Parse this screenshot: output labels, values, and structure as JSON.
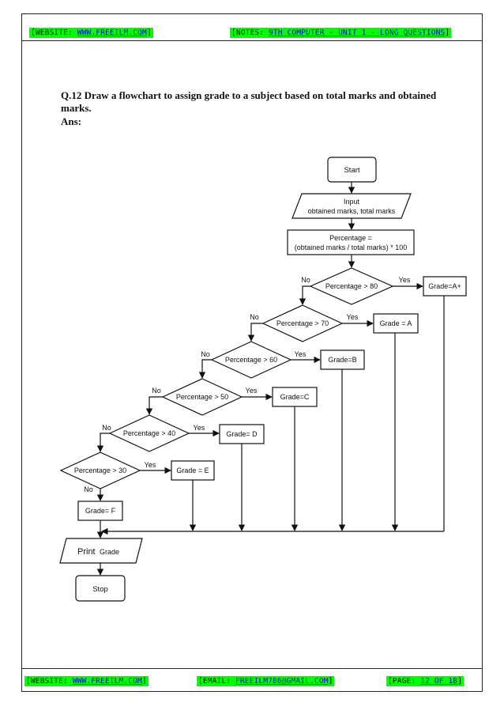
{
  "header": {
    "website_label": "WEBSITE:",
    "website_url": "WWW.FREEILM.COM",
    "notes_label": "NOTES:",
    "notes_text": "9TH COMPUTER - UNIT 1 - LONG QUESTIONS"
  },
  "question": {
    "text": "Q.12 Draw a flowchart to assign grade to a subject based on total marks and obtained marks.",
    "answer_label": "Ans:"
  },
  "flowchart": {
    "start": "Start",
    "input_line1": "Input",
    "input_line2": "obtained marks, total marks",
    "process_line1": "Percentage =",
    "process_line2": "(obtained marks / total marks) * 100",
    "decisions": [
      "Percentage > 80",
      "Percentage > 70",
      "Percentage > 60",
      "Percentage > 50",
      "Percentage > 40",
      "Percentage > 30"
    ],
    "grades": [
      "Grade=A+",
      "Grade = A",
      "Grade=B",
      "Grade=C",
      "Grade= D",
      "Grade = E"
    ],
    "grade_f": "Grade= F",
    "yes_label": "Yes",
    "no_label": "No",
    "print_word": "Print",
    "print_grade": "Grade",
    "stop": "Stop"
  },
  "footer": {
    "website_label": "WEBSITE:",
    "website_url": "WWW.FREEILM.COM",
    "email_label": "EMAIL:",
    "email": "FREEILM786@GMAIL.COM",
    "page_label": "PAGE:",
    "page_text": "12 OF 18"
  }
}
